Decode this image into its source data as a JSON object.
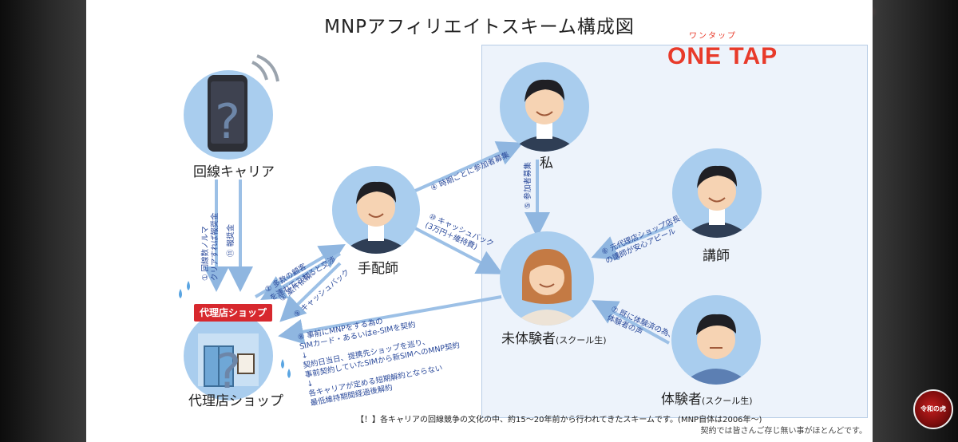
{
  "title": "MNPアフィリエイトスキーム構成図",
  "brand": {
    "ruby": "ワンタップ",
    "name": "ONE TAP",
    "color": "#e83a2a"
  },
  "nodes": {
    "carrier": "回線キャリア",
    "shop": "代理店ショップ",
    "shop_tag": "代理店ショップ",
    "arranger": "手配師",
    "me": "私",
    "lecturer": "講師",
    "newcomer": "未体験者",
    "newcomer_sub": "(スクール生)",
    "experienced": "体験者",
    "experienced_sub": "(スクール生)"
  },
  "steps": {
    "s1a": "① 回線数ノルマ",
    "s1b": "クリアすれば報奨金",
    "s11": "⑪ 報奨金",
    "s2a": "② 多数の顧客",
    "s2b": "を連れてこれると交渉",
    "s3": "③ 案件依頼",
    "s9": "⑨ キャッシュバック",
    "s4": "④ 時期ごとに参加者募集",
    "s5": "⑤ 参加者募集",
    "s10a": "⑩ キャッシュバック",
    "s10b": "(3万円＋維持費)",
    "s6a": "⑥ 元代理店ショップ店長",
    "s6b": "の講師が安心アピール",
    "s7a": "⑦ 既に体験済の為、",
    "s7b": "体験者の声",
    "s8_1": "⑧ 事前にMNPをする為の",
    "s8_2": "SIMカード・あるいはe-SIMを契約",
    "s8_3": "↓",
    "s8_4": "契約日当日、提携先ショップを巡り、",
    "s8_5": "事前契約していたSIMから新SIMへのMNP契約",
    "s8_6": "↓",
    "s8_7": "各キャリアが定める短期解約とならない",
    "s8_8": "最低維持期間経過後解約"
  },
  "footnote": {
    "line1": "【！】各キャリアの回線競争の文化の中、約15～20年前から行われてきたスキームです。(MNP自体は2006年～)",
    "line2": "契約では皆さんご存じ無い事がほとんどです。"
  },
  "channel_logo": "令和の虎"
}
